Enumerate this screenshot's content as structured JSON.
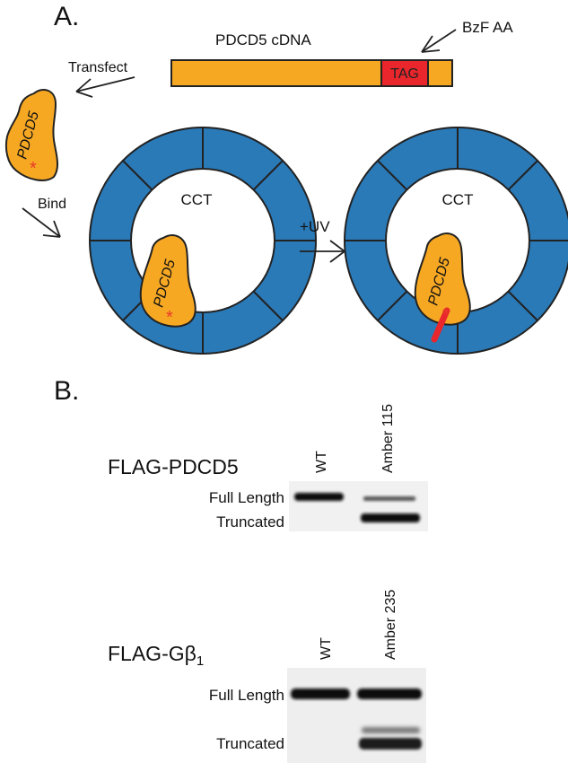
{
  "panel_a": {
    "label": "A.",
    "cdna_label": "PDCD5 cDNA",
    "tag_label": "TAG",
    "bzf_label": "BzF AA",
    "transfect_label": "Transfect",
    "bind_label": "Bind",
    "uv_label": "+UV",
    "cct_label": "CCT",
    "protein_label": "PDCD5",
    "asterisk": "*"
  },
  "panel_b": {
    "label": "B.",
    "blot1": {
      "title": "FLAG-PDCD5",
      "lane_wt": "WT",
      "lane_amber": "Amber 115",
      "band_full": "Full Length",
      "band_trunc": "Truncated"
    },
    "blot2": {
      "title": "FLAG-Gβ",
      "title_sub": "1",
      "lane_wt": "WT",
      "lane_amber": "Amber 235",
      "band_full": "Full Length",
      "band_trunc": "Truncated"
    }
  },
  "colors": {
    "orange": "#F7A823",
    "blue": "#2A7AB8",
    "tag_red": "#E8262B",
    "asterisk_red": "#E83A2A"
  }
}
